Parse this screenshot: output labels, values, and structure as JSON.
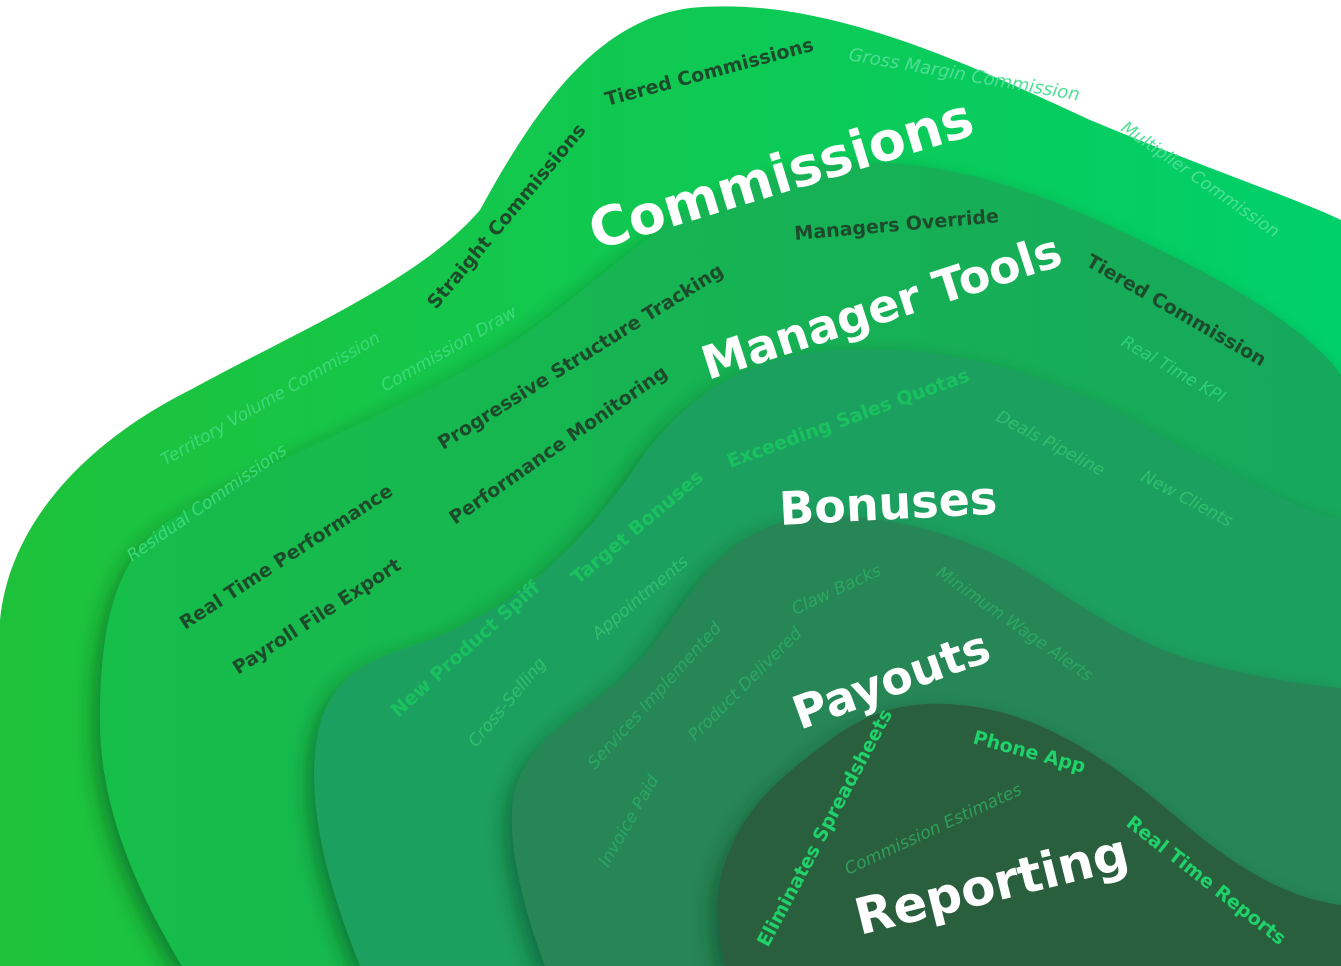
{
  "layers": [
    {
      "title": "Commissions",
      "color": "#00cc62"
    },
    {
      "title": "Manager Tools",
      "color": "#14b45c"
    },
    {
      "title": "Bonuses",
      "color": "#1e9e5c"
    },
    {
      "title": "Payouts",
      "color": "#278454"
    },
    {
      "title": "Reporting",
      "color": "#2a5e3c"
    }
  ],
  "commissions_features": [
    "Tiered Commissions",
    "Gross Margin Commission",
    "Multiplier Commission",
    "Straight Commissions",
    "Territory Volume Commission",
    "Commission Draw",
    "Residual Commissions"
  ],
  "manager_tools_features": [
    "Managers Override",
    "Tiered Commission",
    "Real Time KPI",
    "Progressive Structure Tracking",
    "Performance Monitoring",
    "Real Time Performance",
    "Payroll File Export"
  ],
  "bonuses_features": [
    "Exceeding Sales Quotas",
    "Deals Pipeline",
    "New Clients",
    "Target Bonuses",
    "Appointments",
    "New Product Spiff",
    "Cross-Selling"
  ],
  "payouts_features": [
    "Claw Backs",
    "Minimum Wage Alerts",
    "Services Implemented",
    "Product Delivered",
    "Invoice Paid"
  ],
  "reporting_features": [
    "Eliminates Spreadsheets",
    "Phone App",
    "Commission Estimates",
    "Real Time Reports"
  ]
}
